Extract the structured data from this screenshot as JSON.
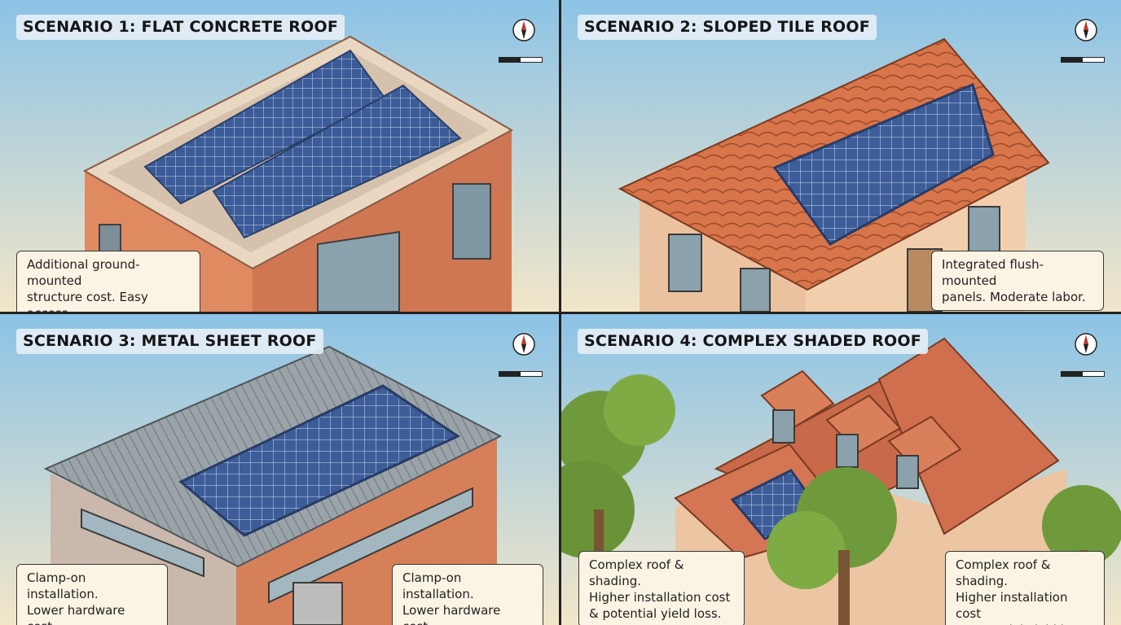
{
  "panels": [
    {
      "title": "SCENARIO 1: FLAT CONCRETE ROOF",
      "notes": [
        "Additional ground-mounted\nstructure cost. Easy access."
      ]
    },
    {
      "title": "SCENARIO 2: SLOPED TILE ROOF",
      "notes": [
        "Integrated flush-mounted\npanels. Moderate labor."
      ]
    },
    {
      "title": "SCENARIO 3: METAL SHEET ROOF",
      "notes": [
        "Clamp-on installation.\nLower hardware cost.",
        "Clamp-on installation.\nLower hardware cost."
      ]
    },
    {
      "title": "SCENARIO 4: COMPLEX SHADED ROOF",
      "notes": [
        "Complex roof & shading.\nHigher installation cost\n& potential yield loss.",
        "Complex roof & shading.\nHigher installation cost\n& potential yield loss."
      ]
    }
  ],
  "icons": {
    "compass": "compass-icon",
    "scale": "scale-bar"
  },
  "colors": {
    "sky_top": "#8fc4e6",
    "sky_bottom": "#f3e6c8",
    "brick": "#d9805a",
    "tile": "#d8754b",
    "panel": "#3c5a93",
    "stucco": "#f0c9a5",
    "tree": "#6f9a3c"
  }
}
